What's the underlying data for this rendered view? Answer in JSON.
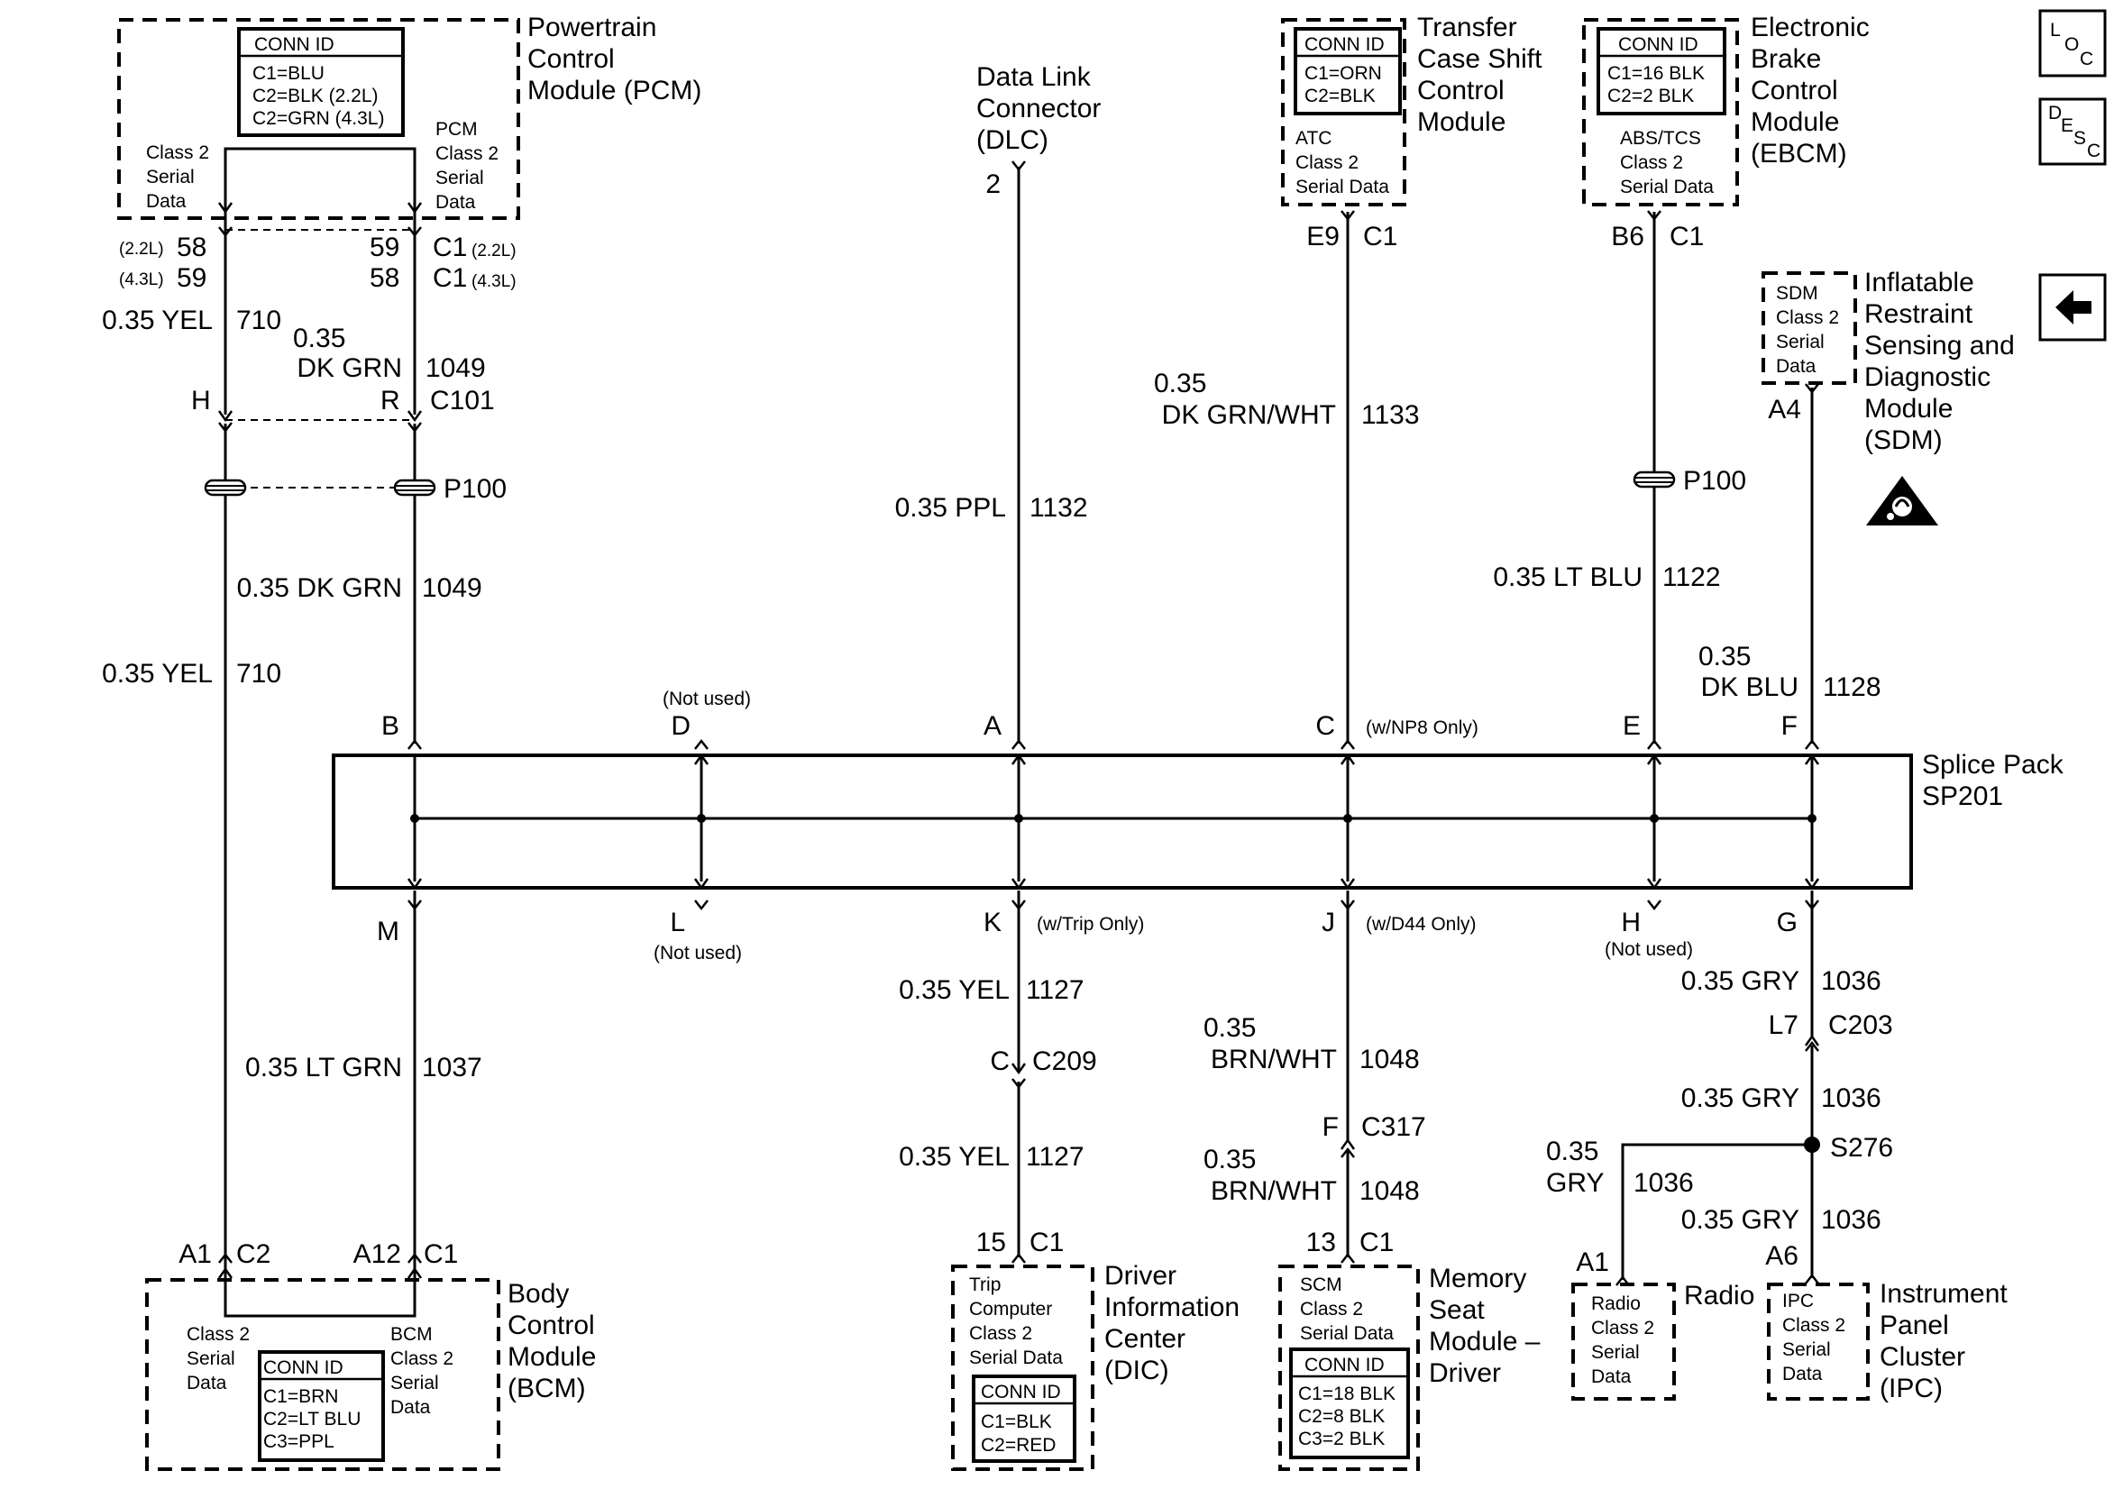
{
  "pcm": {
    "conn_title": "CONN ID",
    "conn_rows": [
      "C1=BLU",
      "C2=BLK (2.2L)",
      "C2=GRN (4.3L)"
    ],
    "name_lines": [
      "Powertrain",
      "Control",
      "Module (PCM)"
    ],
    "left_lines": [
      "Class 2",
      "Serial",
      "Data"
    ],
    "right_lines": [
      "PCM",
      "Class 2",
      "Serial",
      "Data"
    ]
  },
  "pcm_pins": {
    "row1_left_small": "(2.2L)",
    "row1_left_num": "58",
    "row2_left_small": "(4.3L)",
    "row2_left_num": "59",
    "row1_right_num": "59",
    "row1_right_conn": "C1",
    "row1_right_small": "(2.2L)",
    "row2_right_num": "58",
    "row2_right_conn": "C1",
    "row2_right_small": "(4.3L)"
  },
  "left_wires": {
    "yel_top": "0.35 YEL",
    "yel_top_circuit": "710",
    "dkgrn_top_gauge": "0.35",
    "dkgrn_top_color": "DK GRN",
    "dkgrn_top_circuit": "1049",
    "c101_left_pin": "H",
    "c101_right_pin": "R",
    "c101_name": "C101",
    "p100_left": "P100",
    "dkgrn_mid": "0.35 DK GRN",
    "dkgrn_mid_circuit": "1049",
    "yel_mid": "0.35 YEL",
    "yel_mid_circuit": "710",
    "ltgrn": "0.35 LT GRN",
    "ltgrn_circuit": "1037"
  },
  "dlc": {
    "name_lines": [
      "Data Link",
      "Connector",
      "(DLC)"
    ],
    "pin": "2",
    "wire": "0.35 PPL",
    "circuit": "1132"
  },
  "tcscm": {
    "conn_title": "CONN ID",
    "conn_rows": [
      "C1=ORN",
      "C2=BLK"
    ],
    "name_lines": [
      "Transfer",
      "Case Shift",
      "Control",
      "Module"
    ],
    "inner_lines": [
      "ATC",
      "Class 2",
      "Serial Data"
    ],
    "pin": "E9",
    "conn": "C1",
    "wire_gauge": "0.35",
    "wire_color": "DK GRN/WHT",
    "circuit": "1133"
  },
  "ebcm": {
    "conn_title": "CONN ID",
    "conn_rows": [
      "C1=16 BLK",
      "C2=2 BLK"
    ],
    "name_lines": [
      "Electronic",
      "Brake",
      "Control",
      "Module",
      "(EBCM)"
    ],
    "inner_lines": [
      "ABS/TCS",
      "Class 2",
      "Serial Data"
    ],
    "pin": "B6",
    "conn": "C1",
    "p100": "P100",
    "wire": "0.35 LT BLU",
    "circuit": "1122"
  },
  "sdm": {
    "inner_lines": [
      "SDM",
      "Class 2",
      "Serial",
      "Data"
    ],
    "name_lines": [
      "Inflatable",
      "Restraint",
      "Sensing and",
      "Diagnostic",
      "Module",
      "(SDM)"
    ],
    "pin": "A4",
    "wire_gauge": "0.35",
    "wire_color": "DK BLU",
    "circuit": "1128"
  },
  "nav": {
    "loc": [
      "L",
      "O",
      "C"
    ],
    "desc": [
      "D",
      "E",
      "S",
      "C"
    ]
  },
  "splice": {
    "name_lines": [
      "Splice Pack",
      "SP201"
    ],
    "top_pins": [
      "B",
      "D",
      "A",
      "C",
      "E",
      "F"
    ],
    "bottom_pins": [
      "M",
      "L",
      "K",
      "J",
      "H",
      "G"
    ],
    "d_note": "(Not used)",
    "c_note": "(w/NP8 Only)",
    "l_note": "(Not used)",
    "k_note": "(w/Trip Only)",
    "j_note": "(w/D44 Only)",
    "h_note": "(Not used)"
  },
  "dic_branch": {
    "wire1": "0.35 YEL",
    "circuit1": "1127",
    "c209_pin": "C",
    "c209": "C209",
    "wire2": "0.35 YEL",
    "circuit2": "1127",
    "pin": "15",
    "conn": "C1"
  },
  "dic": {
    "inner_lines": [
      "Trip",
      "Computer",
      "Class 2",
      "Serial Data"
    ],
    "conn_title": "CONN ID",
    "conn_rows": [
      "C1=BLK",
      "C2=RED"
    ],
    "name_lines": [
      "Driver",
      "Information",
      "Center",
      "(DIC)"
    ]
  },
  "msm_branch": {
    "wire1_gauge": "0.35",
    "wire1_color": "BRN/WHT",
    "circuit1": "1048",
    "c317_pin": "F",
    "c317": "C317",
    "wire2_gauge": "0.35",
    "wire2_color": "BRN/WHT",
    "circuit2": "1048",
    "pin": "13",
    "conn": "C1"
  },
  "msm": {
    "inner_lines": [
      "SCM",
      "Class 2",
      "Serial Data"
    ],
    "conn_title": "CONN ID",
    "conn_rows": [
      "C1=18 BLK",
      "C2=8 BLK",
      "C3=2 BLK"
    ],
    "name_lines": [
      "Memory",
      "Seat",
      "Module –",
      "Driver"
    ]
  },
  "ipc_branch": {
    "wire1": "0.35 GRY",
    "circuit1": "1036",
    "c203_pin": "L7",
    "c203": "C203",
    "wire2": "0.35 GRY",
    "circuit2": "1036",
    "splice": "S276",
    "radio_wire_gauge": "0.35",
    "radio_wire_color": "GRY",
    "radio_circuit": "1036",
    "ipc_wire": "0.35 GRY",
    "ipc_circuit": "1036",
    "radio_pin": "A1",
    "ipc_pin": "A6"
  },
  "radio": {
    "inner_lines": [
      "Radio",
      "Class 2",
      "Serial",
      "Data"
    ],
    "name": "Radio"
  },
  "ipc": {
    "inner_lines": [
      "IPC",
      "Class 2",
      "Serial",
      "Data"
    ],
    "name_lines": [
      "Instrument",
      "Panel",
      "Cluster",
      "(IPC)"
    ]
  },
  "bcm": {
    "pin_a1": "A1",
    "conn_c2": "C2",
    "pin_a12": "A12",
    "conn_c1": "C1",
    "left_lines": [
      "Class 2",
      "Serial",
      "Data"
    ],
    "right_lines": [
      "BCM",
      "Class 2",
      "Serial",
      "Data"
    ],
    "conn_title": "CONN ID",
    "conn_rows": [
      "C1=BRN",
      "C2=LT BLU",
      "C3=PPL"
    ],
    "name_lines": [
      "Body",
      "Control",
      "Module",
      "(BCM)"
    ]
  }
}
